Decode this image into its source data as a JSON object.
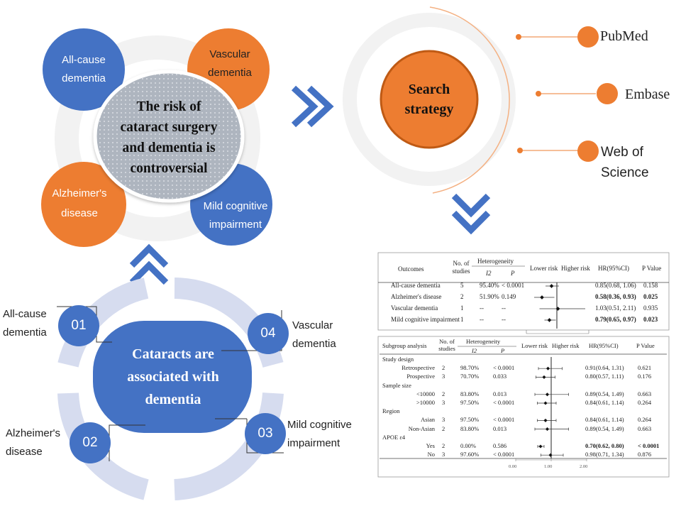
{
  "top_cluster": {
    "center_text": "The risk of cataract surgery and dementia is controversial",
    "petals": [
      "All-cause dementia",
      "Vascular dementia",
      "Alzheimer's disease",
      "Mild cognitive impairment"
    ]
  },
  "search": {
    "center_text": "Search strategy",
    "databases": [
      "PubMed",
      "Embase",
      "Web of Science"
    ]
  },
  "bottom_cluster": {
    "center_text": "Cataracts are associated with dementia",
    "items": [
      {
        "num": "01",
        "label": "All-cause dementia"
      },
      {
        "num": "02",
        "label": "Alzheimer's disease"
      },
      {
        "num": "03",
        "label": "Mild cognitive impairment"
      },
      {
        "num": "04",
        "label": "Vascular dementia"
      }
    ]
  },
  "table1": {
    "headers": {
      "outcomes": "Outcomes",
      "studies": "No. of studies",
      "heterogeneity": "Heterogeneity",
      "i2": "I2",
      "p": "P",
      "lower": "Lower risk",
      "higher": "Higher risk",
      "hr": "HR(95%CI)",
      "pvalue": "P Value"
    },
    "rows": [
      {
        "name": "All-cause dementia",
        "n": "5",
        "i2": "95.40%",
        "p": "< 0.0001",
        "hr": "0.85(0.68, 1.06)",
        "pv": "0.158",
        "bold": false
      },
      {
        "name": "Alzheimer's disease",
        "n": "2",
        "i2": "51.90%",
        "p": "0.149",
        "hr": "0.58(0.36, 0.93)",
        "pv": "0.025",
        "bold": true
      },
      {
        "name": "Vascular dementia",
        "n": "1",
        "i2": "--",
        "p": "--",
        "hr": "1.03(0.51, 2.11)",
        "pv": "0.935",
        "bold": false
      },
      {
        "name": "Mild cognitive impairment",
        "n": "1",
        "i2": "--",
        "p": "--",
        "hr": "0.79(0.65, 0.97)",
        "pv": "0.023",
        "bold": true
      }
    ]
  },
  "table2": {
    "headers": {
      "analysis": "Subgroup analysis",
      "studies": "No. of studies",
      "heterogeneity": "Heterogeneity",
      "i2": "I2",
      "p": "P",
      "lower": "Lower risk",
      "higher": "Higher risk",
      "hr": "HR(95%CI)",
      "pvalue": "P Value"
    },
    "rows": [
      {
        "type": "group",
        "name": "Study design"
      },
      {
        "type": "row",
        "name": "Retrospective",
        "n": "2",
        "i2": "98.70%",
        "p": "< 0.0001",
        "hr": "0.91(0.64, 1.31)",
        "pv": "0.621",
        "bold": false
      },
      {
        "type": "row",
        "name": "Prospective",
        "n": "3",
        "i2": "70.70%",
        "p": "0.033",
        "hr": "0.80(0.57, 1.11)",
        "pv": "0.176",
        "bold": false
      },
      {
        "type": "group",
        "name": "Sample size"
      },
      {
        "type": "row",
        "name": "<10000",
        "n": "2",
        "i2": "83.80%",
        "p": "0.013",
        "hr": "0.89(0.54, 1.49)",
        "pv": "0.663",
        "bold": false
      },
      {
        "type": "row",
        "name": ">10000",
        "n": "3",
        "i2": "97.50%",
        "p": "< 0.0001",
        "hr": "0.84(0.61, 1.14)",
        "pv": "0.264",
        "bold": false
      },
      {
        "type": "group",
        "name": "Region"
      },
      {
        "type": "row",
        "name": "Asian",
        "n": "3",
        "i2": "97.50%",
        "p": "< 0.0001",
        "hr": "0.84(0.61, 1.14)",
        "pv": "0.264",
        "bold": false
      },
      {
        "type": "row",
        "name": "Non-Asian",
        "n": "2",
        "i2": "83.80%",
        "p": "0.013",
        "hr": "0.89(0.54, 1.49)",
        "pv": "0.663",
        "bold": false
      },
      {
        "type": "group",
        "name": "APOE ε4"
      },
      {
        "type": "row",
        "name": "Yes",
        "n": "2",
        "i2": "0.00%",
        "p": "0.586",
        "hr": "0.70(0.62, 0.80)",
        "pv": "< 0.0001",
        "bold": true
      },
      {
        "type": "row",
        "name": "No",
        "n": "3",
        "i2": "97.60%",
        "p": "< 0.0001",
        "hr": "0.98(0.71, 1.34)",
        "pv": "0.876",
        "bold": false
      }
    ],
    "axis_ticks": [
      "0.00",
      "1.00",
      "2.00"
    ]
  },
  "colors": {
    "blue": "#4472C4",
    "orange": "#ED7D31",
    "gray_center": "#AEB5BF",
    "light_blue": "#D6DCEF"
  }
}
